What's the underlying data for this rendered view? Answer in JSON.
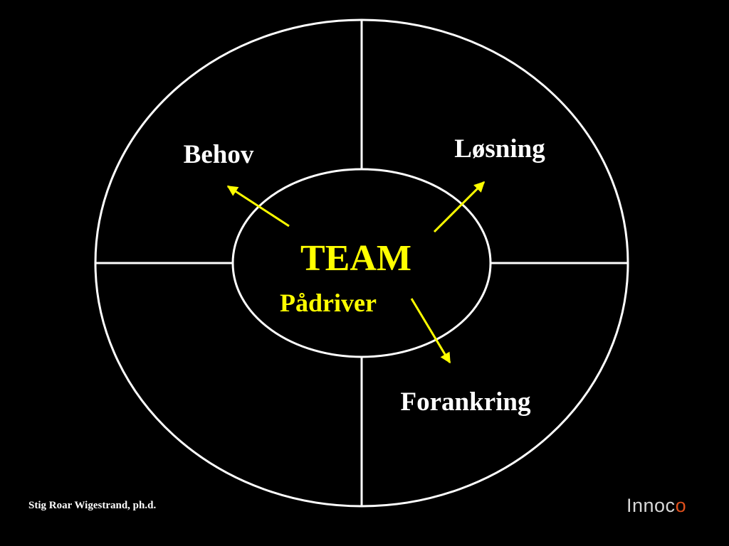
{
  "diagram": {
    "center_title": "TEAM",
    "center_subtitle": "Pådriver",
    "labels": {
      "top_left": "Behov",
      "top_right": "Løsning",
      "bottom_right": "Forankring"
    }
  },
  "footer": {
    "author": "Stig Roar Wigestrand, ph.d.",
    "logo_main": "Innoc",
    "logo_accent": "o"
  },
  "colors": {
    "background": "#000000",
    "lines": "#ffffff",
    "highlight": "#ffff00",
    "label_text": "#ffffff",
    "logo_accent": "#e0501c"
  }
}
